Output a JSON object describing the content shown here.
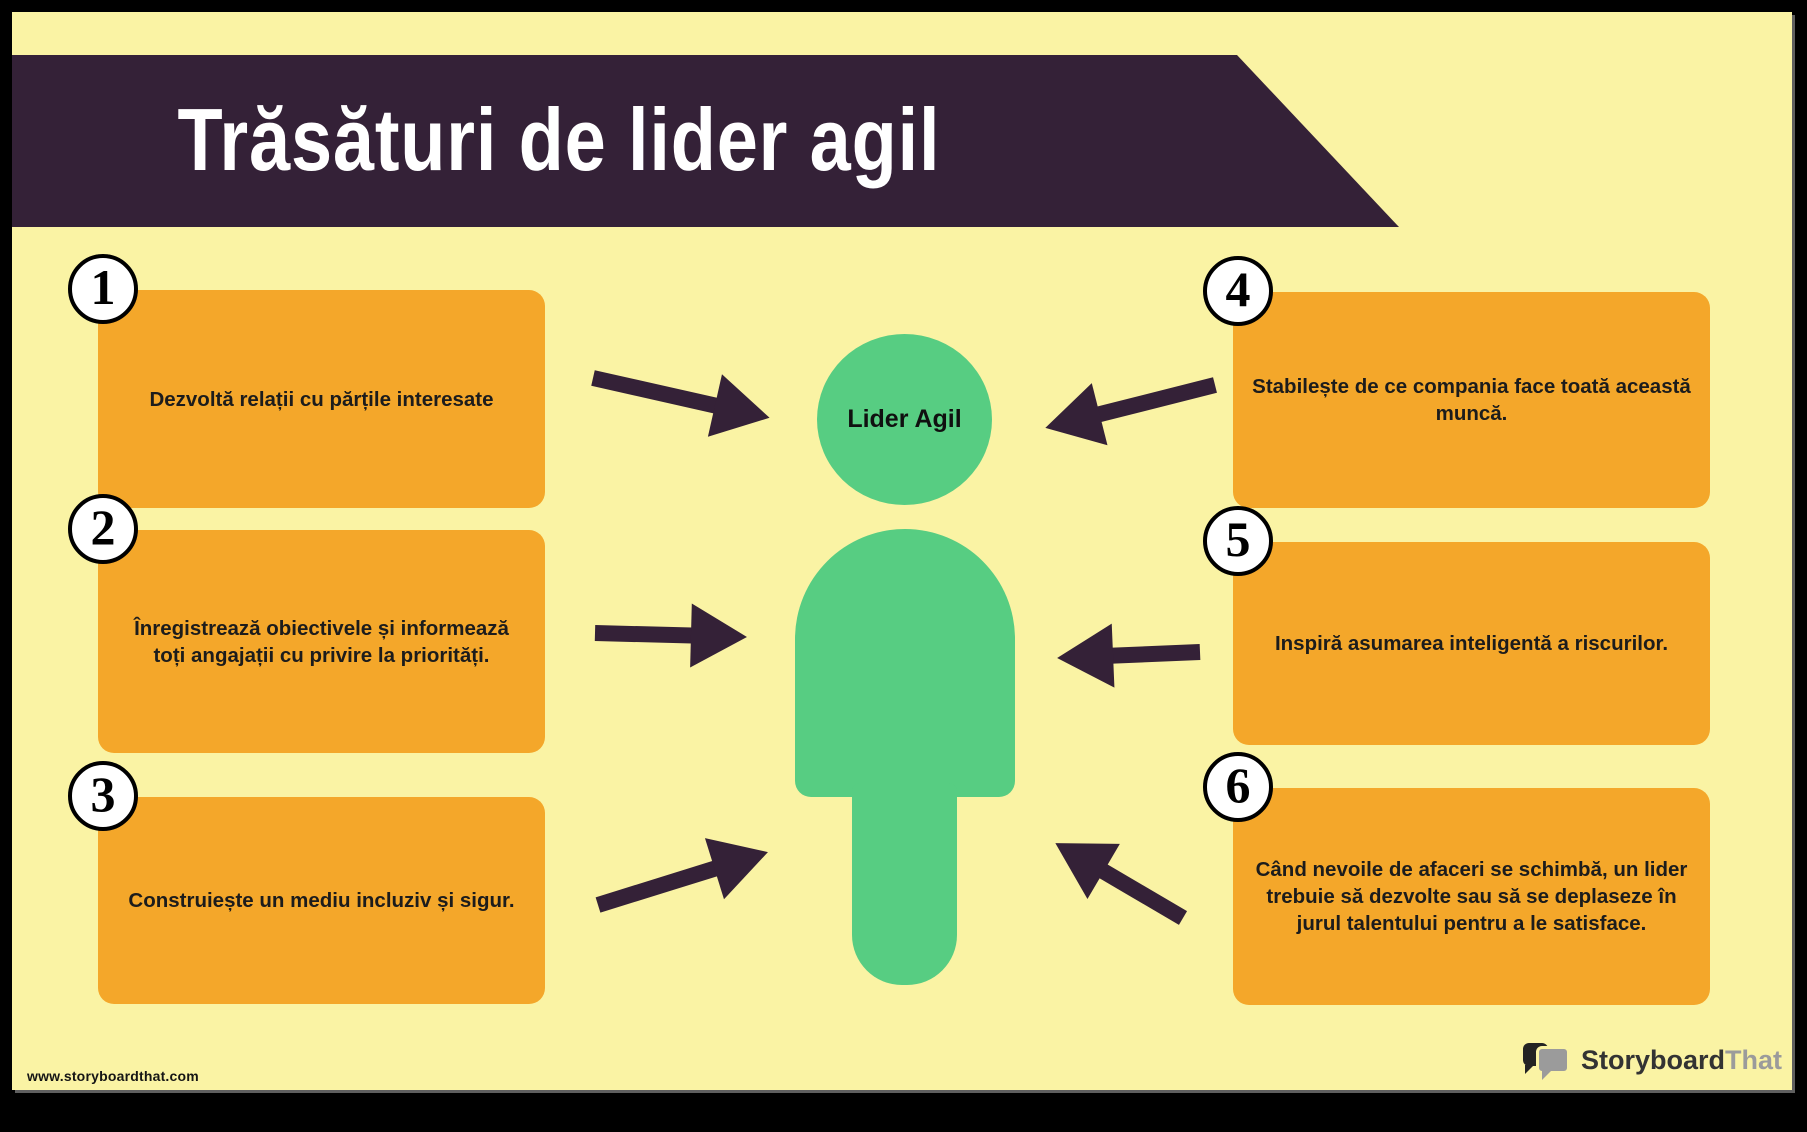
{
  "title": "Trăsături de lider agil",
  "center": {
    "label": "Lider Agil"
  },
  "boxes": [
    {
      "number": "1",
      "text": "Dezvoltă relații cu părțile interesate"
    },
    {
      "number": "2",
      "text": "Înregistrează obiectivele și informează toți angajații cu privire la priorități."
    },
    {
      "number": "3",
      "text": "Construiește un mediu incluziv și sigur."
    },
    {
      "number": "4",
      "text": "Stabilește de ce compania face toată această muncă."
    },
    {
      "number": "5",
      "text": "Inspiră asumarea inteligentă a riscurilor."
    },
    {
      "number": "6",
      "text": "Când nevoile de afaceri se schimbă, un lider trebuie să dezvolte sau să se deplaseze în jurul talentului pentru a le satisface."
    }
  ],
  "footer": {
    "website": "www.storyboardthat.com",
    "logo_text_primary": "Storyboard",
    "logo_text_secondary": "That"
  },
  "icons": {
    "logo_mark": "speech-bubbles-icon",
    "figure": "person-silhouette-icon",
    "connectors": "arrow-icon"
  },
  "colors": {
    "background_frame": "#000000",
    "poster_background": "#FAF3A4",
    "banner": "#342137",
    "card": "#F4A72A",
    "figure_green": "#57CD82",
    "arrow": "#342137",
    "title_text": "#FFFFFF",
    "body_text": "#1C1C1C",
    "logo_gray": "#9B9B9B"
  }
}
